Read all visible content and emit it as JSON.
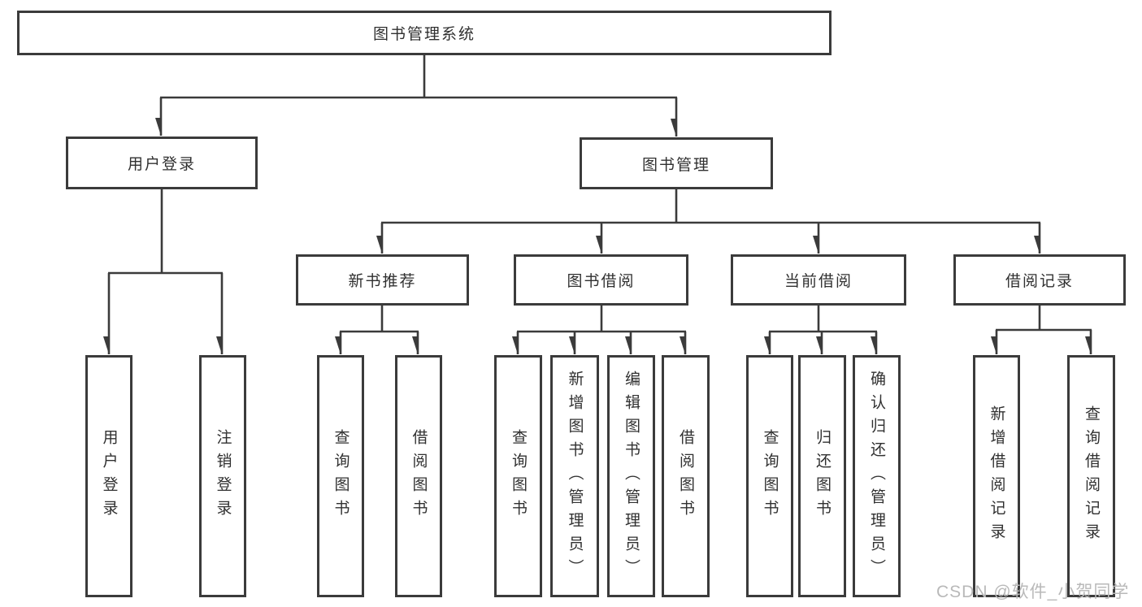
{
  "diagram": {
    "root": {
      "label": "图书管理系统"
    },
    "branches": {
      "user_login": {
        "label": "用户登录",
        "children": [
          "用户登录",
          "注销登录"
        ]
      },
      "book_management": {
        "label": "图书管理",
        "sections": {
          "new_book_recommend": {
            "label": "新书推荐",
            "children": [
              "查询图书",
              "借阅图书"
            ]
          },
          "book_borrowing": {
            "label": "图书借阅",
            "children": [
              "查询图书",
              "新增图书（管理员）",
              "编辑图书（管理员）",
              "借阅图书"
            ]
          },
          "current_borrowing": {
            "label": "当前借阅",
            "children": [
              "查询图书",
              "归还图书",
              "确认归还（管理员）"
            ]
          },
          "borrowing_records": {
            "label": "借阅记录",
            "children": [
              "新增借阅记录",
              "查询借阅记录"
            ]
          }
        }
      }
    },
    "watermark": "CSDN @软件_小贺同学",
    "colors": {
      "line": "#3b3b3b",
      "text": "#303030",
      "background": "#ffffff",
      "watermark": "#b9b9b9"
    }
  }
}
